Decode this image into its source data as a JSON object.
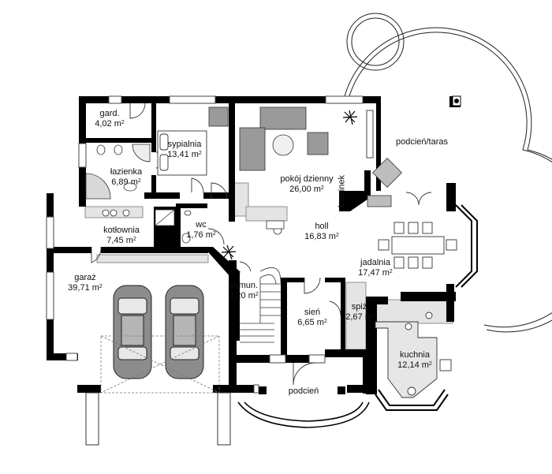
{
  "plan": {
    "unit_suffix": "m",
    "unit_exp": "2",
    "rooms": [
      {
        "id": "gard",
        "name": "gard.",
        "area": "4,02"
      },
      {
        "id": "sypialnia",
        "name": "sypialnia",
        "area": "13,41"
      },
      {
        "id": "lazienka",
        "name": "łazienka",
        "area": "6,89"
      },
      {
        "id": "pokoj",
        "name": "pokój dzienny",
        "area": "26,00"
      },
      {
        "id": "podcien_taras",
        "name": "podcień/taras",
        "area": ""
      },
      {
        "id": "kominek",
        "name": "kominek",
        "area": ""
      },
      {
        "id": "holl",
        "name": "holl",
        "area": "16,83"
      },
      {
        "id": "kotlownia",
        "name": "kotłownia",
        "area": "7,45"
      },
      {
        "id": "wc",
        "name": "wc",
        "area": "1,76"
      },
      {
        "id": "jadalnia",
        "name": "jadalnia",
        "area": "17,47"
      },
      {
        "id": "garaz",
        "name": "garaż",
        "area": "39,71"
      },
      {
        "id": "komun",
        "name": "komun.",
        "area": "2,20"
      },
      {
        "id": "sien",
        "name": "sień",
        "area": "6,65"
      },
      {
        "id": "spiz",
        "name": "spiż.",
        "area": "2,67"
      },
      {
        "id": "kuchnia",
        "name": "kuchnia",
        "area": "12,14"
      },
      {
        "id": "podcien",
        "name": "podcień",
        "area": ""
      }
    ]
  },
  "colors": {
    "wall": "#000000",
    "furniture_stroke": "#444444",
    "sofa_fill": "#9a9a9a",
    "light_gray": "#dcdcdc",
    "car_fill": "#8c8c8c",
    "window": "#cccccc",
    "fireplace": "#7a7a7a"
  }
}
